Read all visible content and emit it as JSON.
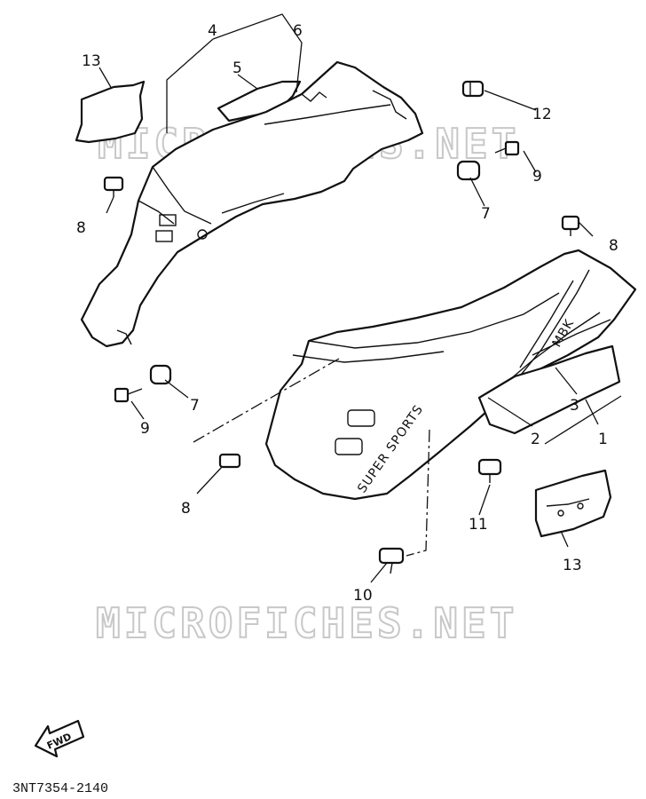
{
  "watermark": "MICROFICHES.NET",
  "decal_text": "SUPER SPORTS",
  "badge_text": "MBK",
  "fwd_label": "FWD",
  "diagram_code": "3NT7354-2140",
  "callouts": {
    "c1": "1",
    "c2": "2",
    "c3": "3",
    "c4": "4",
    "c5": "5",
    "c6": "6",
    "c7a": "7",
    "c7b": "7",
    "c8a": "8",
    "c8b": "8",
    "c8c": "8",
    "c9a": "9",
    "c9b": "9",
    "c10": "10",
    "c11": "11",
    "c12": "12",
    "c13a": "13",
    "c13b": "13"
  }
}
